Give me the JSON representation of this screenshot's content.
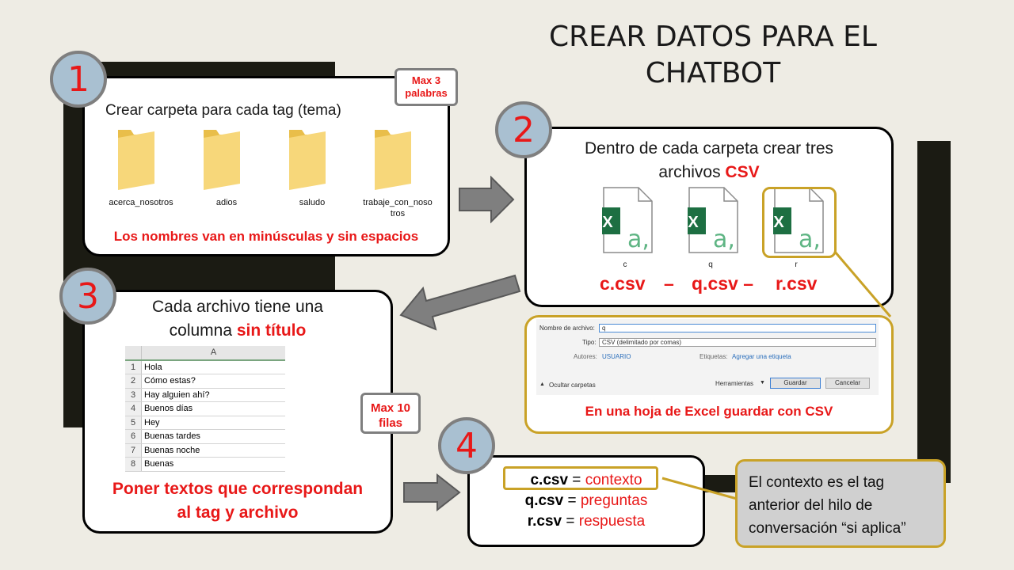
{
  "title": "CREAR DATOS PARA EL\nCHATBOT",
  "step1": {
    "number": "1",
    "heading": "Crear carpeta para cada tag (tema)",
    "note": "Max 3\npalabras",
    "folders": [
      "acerca_nosotros",
      "adios",
      "saludo",
      "trabaje_con_noso\ntros"
    ],
    "footer": "Los nombres van en minúsculas y sin espacios"
  },
  "step2": {
    "number": "2",
    "heading_prefix": "Dentro de cada carpeta crear tres\narchivos ",
    "heading_highlight": "CSV",
    "files": [
      "c",
      "q",
      "r"
    ],
    "icon_letter": "X",
    "icon_glyph": "a,",
    "filenames": [
      "c.csv",
      "–",
      "q.csv –",
      "r.csv"
    ]
  },
  "save_dialog": {
    "filename_label": "Nombre de archivo:",
    "filename_value": "q",
    "type_label": "Tipo:",
    "type_value": "CSV (delimitado por comas)",
    "authors_label": "Autores:",
    "authors_value": "USUARIO",
    "tags_label": "Etiquetas:",
    "tags_value": "Agregar una etiqueta",
    "hide_folders": "Ocultar carpetas",
    "tools": "Herramientas",
    "save": "Guardar",
    "cancel": "Cancelar",
    "caption": "En una hoja de Excel guardar con CSV"
  },
  "step3": {
    "number": "3",
    "heading_prefix": "Cada archivo tiene una\ncolumna ",
    "heading_highlight": "sin título",
    "column_header": "A",
    "rows": [
      {
        "n": "1",
        "text": "Hola"
      },
      {
        "n": "2",
        "text": "Cómo estas?"
      },
      {
        "n": "3",
        "text": "Hay alguien ahí?"
      },
      {
        "n": "4",
        "text": "Buenos días"
      },
      {
        "n": "5",
        "text": "Hey"
      },
      {
        "n": "6",
        "text": "Buenas tardes"
      },
      {
        "n": "7",
        "text": "Buenas noche"
      },
      {
        "n": "8",
        "text": "Buenas"
      }
    ],
    "note": "Max 10\nfilas",
    "footer": "Poner textos que correspondan\nal tag y archivo"
  },
  "step4": {
    "number": "4",
    "items": [
      {
        "file": "c.csv",
        "eq": " = ",
        "meaning": "contexto"
      },
      {
        "file": "q.csv",
        "eq": " = ",
        "meaning": "preguntas"
      },
      {
        "file": "r.csv",
        "eq": " = ",
        "meaning": "respuesta"
      }
    ],
    "callout": "El contexto es el tag anterior del hilo de conversación “si aplica”"
  },
  "colors": {
    "accent_red": "#e81818",
    "circle_fill": "#a9c0d1",
    "highlight_gold": "#c9a227",
    "excel_green": "#1d6f42",
    "background": "#eeece4"
  }
}
